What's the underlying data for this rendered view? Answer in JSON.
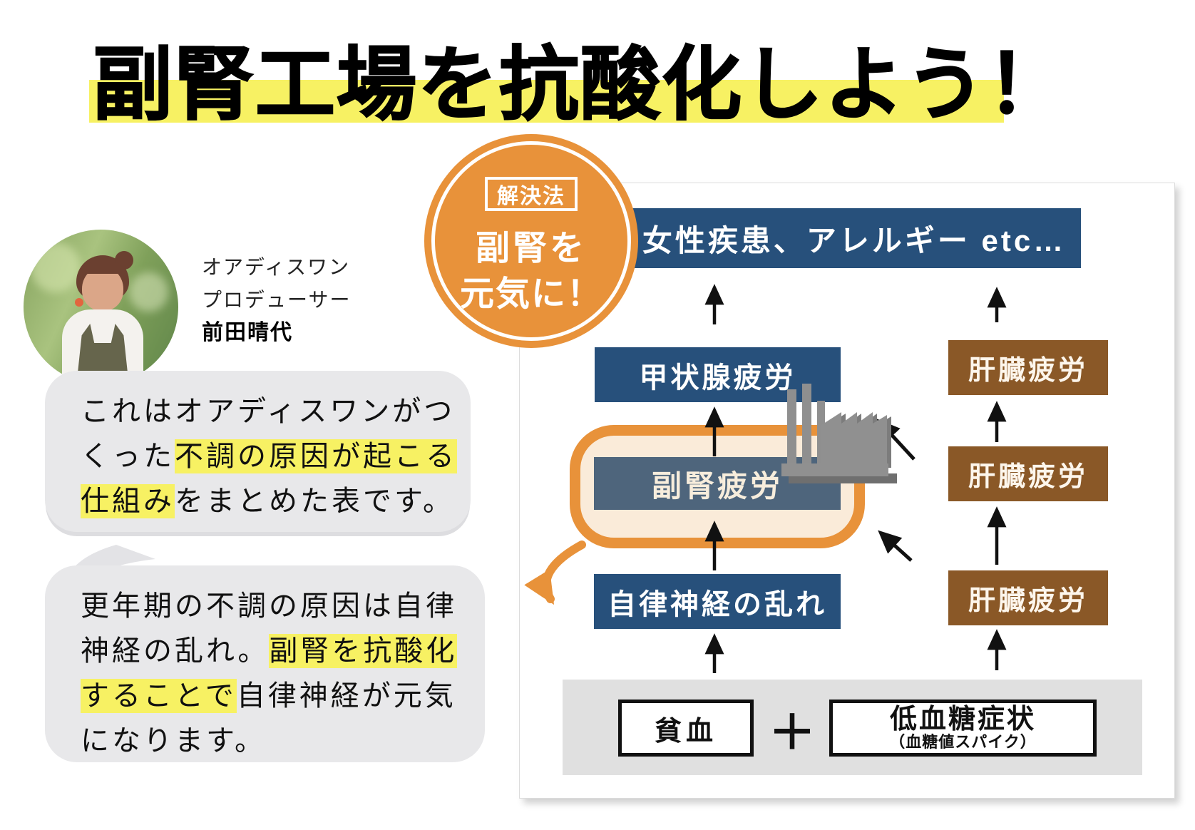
{
  "title": {
    "text": "副腎工場を抗酸化しよう！"
  },
  "profile": {
    "org": "オアディスワン",
    "role": "プロデューサー",
    "name": "前田晴代"
  },
  "bubble1": {
    "line1": "これはオアディスワンがつ",
    "line2_pre": "くった",
    "line2_hl": "不調の原因が起こる",
    "line3_hl": "仕組み",
    "line3_post": "をまとめた表です。"
  },
  "bubble2": {
    "line1": "更年期の不調の原因は自律",
    "line2_pre": "神経の乱れ。",
    "line2_hl": "副腎を抗酸化",
    "line3_hl": "することで",
    "line3_post": "自律神経が元気",
    "line4": "になります。"
  },
  "badge": {
    "tag": "解決法",
    "line1": "副腎を",
    "line2": "元気に！"
  },
  "diagram": {
    "top_box": "女性疾患、アレルギー etc…",
    "thyroid": "甲状腺疲労",
    "adrenal": "副腎疲労",
    "autonomic": "自律神経の乱れ",
    "liver1": "肝臓疲労",
    "liver2": "肝臓疲労",
    "liver3": "肝臓疲労",
    "anemia": "貧血",
    "plus": "＋",
    "hypoglycemia_title": "低血糖症状",
    "hypoglycemia_sub": "（血糖値スパイク）"
  },
  "colors": {
    "accent_orange": "#e8923a",
    "dark_blue": "#27507b",
    "slate_blue": "#4e657c",
    "brown": "#8a5827",
    "cream": "#faebd9",
    "highlight_yellow": "#f7f163",
    "bubble_gray": "#e8e8ea",
    "band_gray": "#e0e0e0"
  }
}
